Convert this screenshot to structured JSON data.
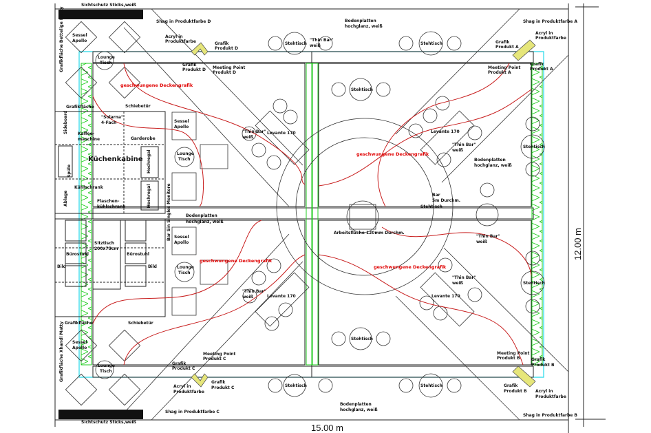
{
  "dimensions": {
    "width": "15.00 m",
    "height": "12.00 m"
  },
  "colors": {
    "truss_side": "#22dd22",
    "outline": "#22d8e8",
    "ceiling_graphic": "#c81e1e",
    "acryl": "#e6e67a"
  },
  "labels": {
    "privacy_top": "Sichtschutz Sticks,weiß",
    "privacy_bottom": "Sichtschutz Sticks,weiß",
    "shag_a": "Shag in Produktfarbe A",
    "shag_b": "Shag in Produktfarbe B",
    "shag_c": "Shag in Produktfarbe C",
    "shag_d": "Shag in Produktfarbe D",
    "acryl": "Acryl in",
    "acryl2": "Produktfarbe",
    "grafik": "Grafik",
    "produkt_a": "Produkt A",
    "produkt_b": "Produkt B",
    "produkt_c": "Produkt C",
    "produkt_d": "Produkt D",
    "meeting": "Meeting Point",
    "sessel": "Sessel",
    "apollo": "Apollo",
    "lounge": "Lounge",
    "tisch": "Tisch",
    "stehtisch": "Stehtisch",
    "thinbar": "\"Thin Bar\"",
    "weiss": "weiß",
    "levante": "Levante 170",
    "boden1": "Bodenplatten",
    "boden2": "hochglanz, weiß",
    "deckengrafik": "geschwungene Deckengrafik",
    "grafikflaeche": "Grafikfläche",
    "grafikflaeche_v1": "Grafikfläche Bettelige Matty",
    "grafikflaeche_v2": "Grafikfläche Xhandl Matty",
    "schiebetuer": "Schiebetür",
    "solarna": "\"Solarna\"",
    "solarna2": "4-Fach",
    "kaffee1": "Kaffee-",
    "kaffee2": "maschine",
    "garderobe": "Garderobe",
    "kuechenkabine": "Küchenkabine",
    "hochregal": "Hochregal",
    "kuehlschrank": "Kühlschrank",
    "flaschen1": "Flaschen-",
    "flaschen2": "kühlschrank",
    "monitore": "Bar Sin Singles Monitore",
    "sitztisch1": "Sitztisch",
    "sitztisch2": "200x75cm",
    "buerostuhl": "Bürostuhl",
    "bild": "Bild",
    "bar1": "Bar",
    "bar2": "5m Durchm.",
    "arbeitsflaeche": "Arbeitsfläche 120mm Durchm.",
    "sideboard": "Sideboard",
    "spuele": "Spüle",
    "ablage": "Ablage"
  }
}
